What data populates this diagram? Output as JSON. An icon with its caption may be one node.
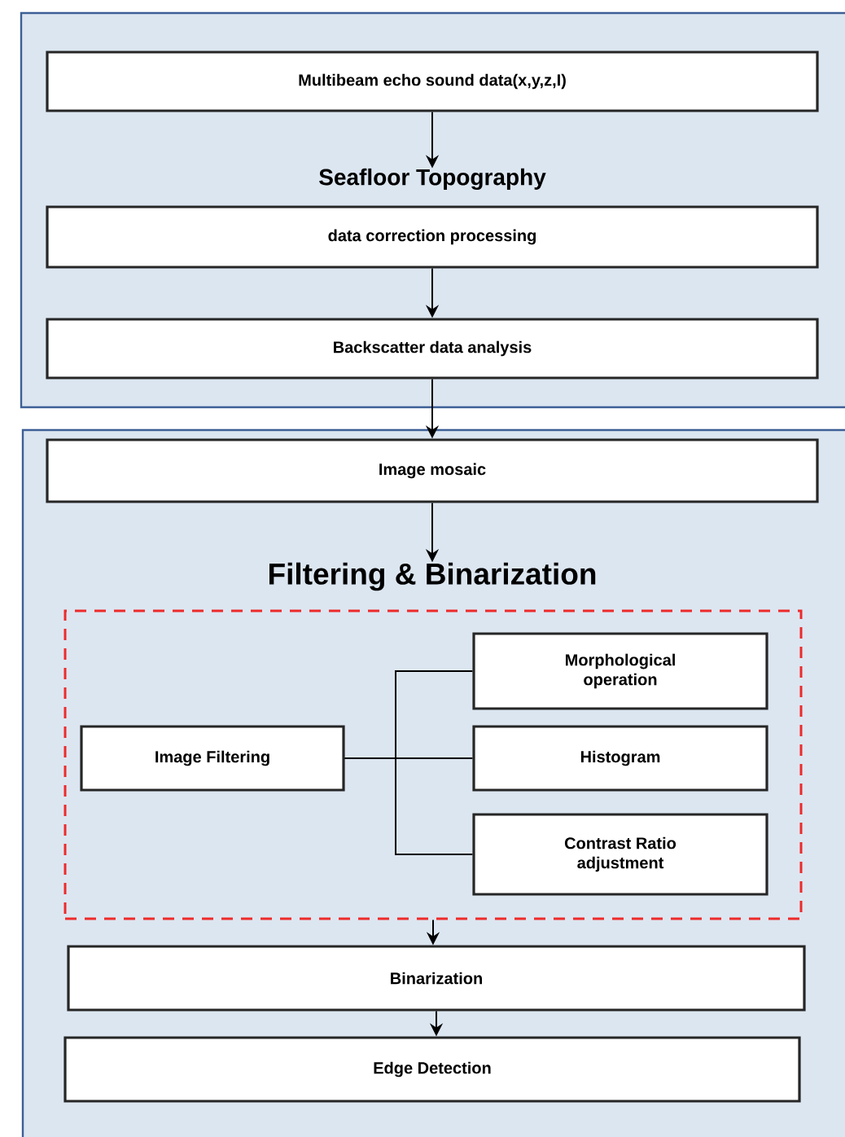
{
  "diagram": {
    "nodes": [
      {
        "text": [],
        "shape": "box"
      },
      {
        "text": [
          "Multibeam echo sound data(x,y,z,I)"
        ],
        "in": 0
      },
      {
        "text": [
          "Seafloor Topography"
        ],
        "in": 0
      },
      {
        "text": [
          "data correction processing"
        ],
        "in": 0
      },
      {
        "text": [
          "Backscatter data analysis"
        ],
        "in": 0
      },
      {
        "text": [],
        "shape": "box"
      },
      {
        "text": [
          "Image mosaic"
        ],
        "in": 5
      },
      {
        "text": [
          "Filtering & Binarization"
        ],
        "in": 5
      },
      {
        "text": [],
        "shape": "box",
        "in": 5
      },
      {
        "text": [
          "Image Filtering"
        ],
        "in": 8
      },
      {
        "text": [
          "Morphological operation"
        ],
        "in": 8
      },
      {
        "text": [
          "Histogram"
        ],
        "in": 8
      },
      {
        "text": [
          "Contrast Ratio adjustment"
        ],
        "in": 8
      },
      {
        "text": [
          "Binarization"
        ],
        "in": 5
      },
      {
        "text": [
          "Edge Detection"
        ],
        "in": 5
      }
    ],
    "edges": [
      {
        "from": 1,
        "to": 2,
        "arrow": "to"
      },
      {
        "from": 3,
        "to": 4,
        "arrow": "to"
      },
      {
        "from": 4,
        "to": 6,
        "arrow": "to"
      },
      {
        "from": 6,
        "to": 7,
        "arrow": "to"
      },
      {
        "from": 9,
        "to": 10,
        "arrow": "none"
      },
      {
        "from": 9,
        "to": 11,
        "arrow": "none"
      },
      {
        "from": 9,
        "to": 12,
        "arrow": "none"
      },
      {
        "from": 8,
        "to": 13,
        "arrow": "to"
      },
      {
        "from": 13,
        "to": 14,
        "arrow": "to"
      }
    ]
  }
}
